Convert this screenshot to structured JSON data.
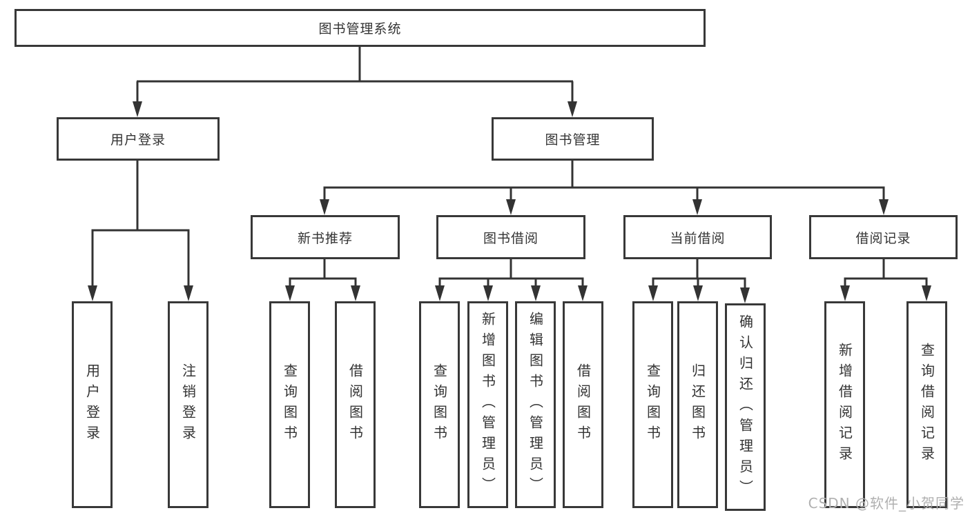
{
  "diagram": {
    "root": {
      "label": "图书管理系统"
    },
    "level2": [
      {
        "label": "用户登录"
      },
      {
        "label": "图书管理"
      }
    ],
    "level3": [
      {
        "label": "新书推荐"
      },
      {
        "label": "图书借阅"
      },
      {
        "label": "当前借阅"
      },
      {
        "label": "借阅记录"
      }
    ],
    "leaves": {
      "user_login": [
        {
          "label": "用户登录"
        },
        {
          "label": "注销登录"
        }
      ],
      "new_book": [
        {
          "label": "查询图书"
        },
        {
          "label": "借阅图书"
        }
      ],
      "book_borrow": [
        {
          "label": "查询图书"
        },
        {
          "label": "新增图书（管理员）"
        },
        {
          "label": "编辑图书（管理员）"
        },
        {
          "label": "借阅图书"
        }
      ],
      "current_borrow": [
        {
          "label": "查询图书"
        },
        {
          "label": "归还图书"
        },
        {
          "label": "确认归还（管理员）"
        }
      ],
      "borrow_records": [
        {
          "label": "新增借阅记录"
        },
        {
          "label": "查询借阅记录"
        }
      ]
    },
    "watermark": "CSDN @软件_小贺同学",
    "colors": {
      "line": "#333333",
      "text": "#333333",
      "box_border": "#383838",
      "watermark": "#b0b0b0",
      "background": "#ffffff"
    }
  }
}
